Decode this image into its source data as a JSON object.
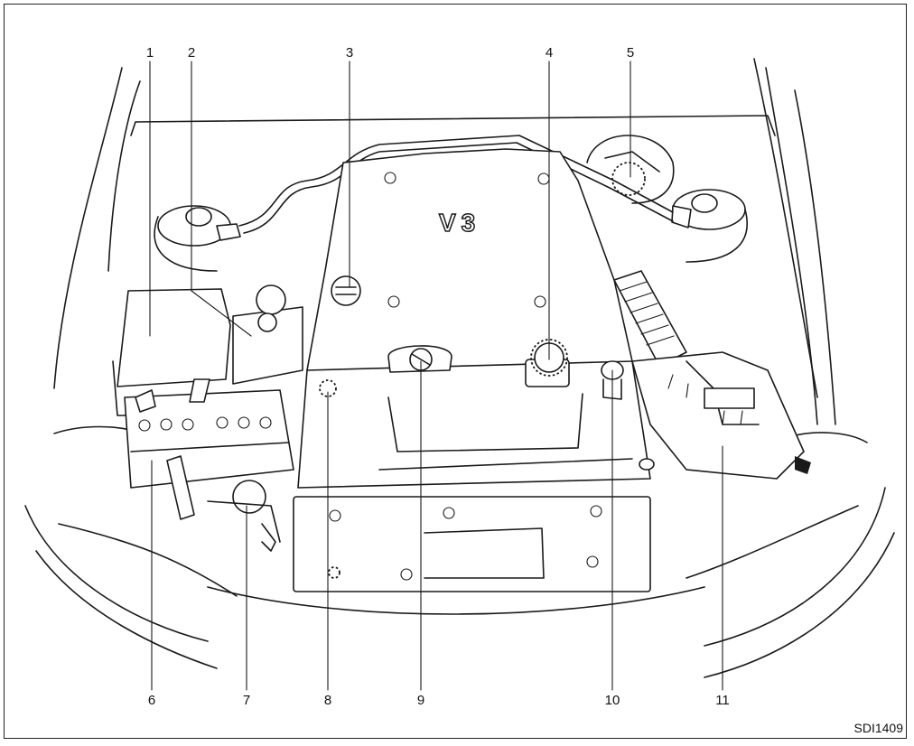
{
  "callouts": [
    "1",
    "2",
    "3",
    "4",
    "5",
    "6",
    "7",
    "8",
    "9",
    "10",
    "11"
  ],
  "engine_badge": "V3",
  "figure_code": "SDI1409"
}
